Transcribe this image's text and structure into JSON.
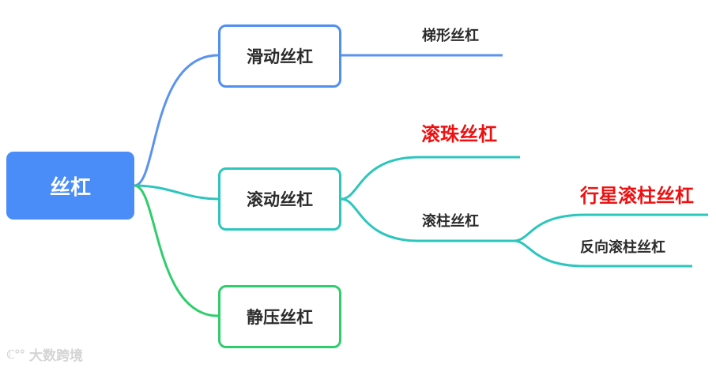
{
  "root": {
    "label": "丝杠"
  },
  "branches": [
    {
      "label": "滑动丝杠",
      "color": "#4f8ff0"
    },
    {
      "label": "滚动丝杠",
      "color": "#2cc6bd"
    },
    {
      "label": "静压丝杠",
      "color": "#2fcd6c"
    }
  ],
  "leaves": {
    "tixing": "梯形丝杠",
    "gunzhu": "滚珠丝杠",
    "gunzhu_2": "滚柱丝杠",
    "xingxing": "行星滚柱丝杠",
    "fanxiang": "反向滚柱丝杠"
  },
  "highlight_color": "#ee1111",
  "watermark": {
    "logo": "ℂ°°",
    "text": "大数跨境"
  }
}
